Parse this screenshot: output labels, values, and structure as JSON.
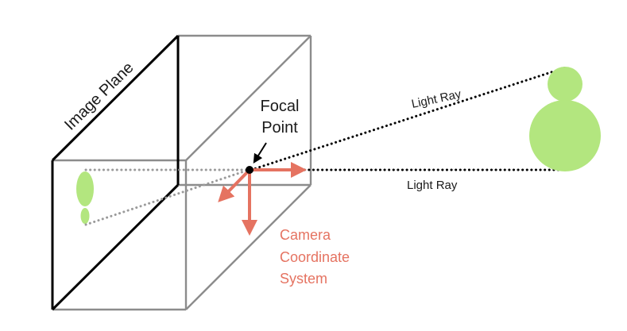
{
  "labels": {
    "image_plane": "Image Plane",
    "focal_line1": "Focal",
    "focal_line2": "Point",
    "light_ray_top": "Light Ray",
    "light_ray_bottom": "Light Ray",
    "camera_line1": "Camera",
    "camera_line2": "Coordinate",
    "camera_line3": "System"
  },
  "colors": {
    "box": "#8c8c8c",
    "image_plane": "#000000",
    "object": "#b3e67f",
    "axis": "#e57361",
    "ray": "#000000",
    "inner_ray": "#9a9a9a",
    "text": "#1a1a1a"
  }
}
